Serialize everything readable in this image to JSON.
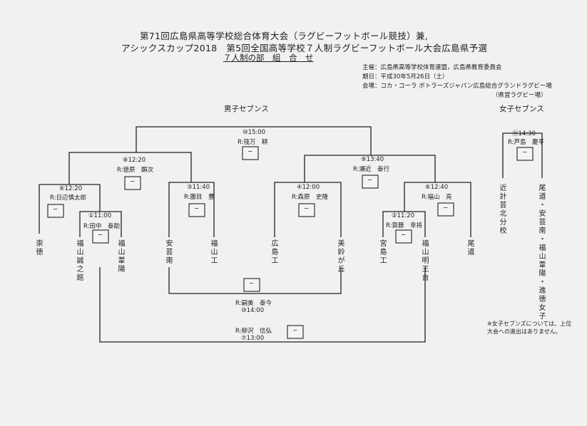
{
  "header": {
    "line1": "第71回広島県高等学校総合体育大会（ラグビーフットボール競技）兼,",
    "line2": "アシックスカップ2018　第5回全国高等学校７人制ラグビーフットボール大会広島県予選",
    "line3": "７人制の部　組　合　せ"
  },
  "info": {
    "organizer": "主催：広島県高等学校体育連盟，広島県教育委員会",
    "date": "期日：平成30年5月26日（土）",
    "venue": "会場：コカ・コーラ ボトラーズジャパン広島総合グランドラグビー場",
    "venue_note": "（県営ラグビー場）"
  },
  "sections": {
    "boys": "男子セブンス",
    "girls": "女子セブンス"
  },
  "matches": {
    "b_final_time": "⑩15:00",
    "b_final_ref": "R:筏万　耕",
    "b_sf1_time": "⑧12:20",
    "b_sf1_ref": "R:徳原　顕次",
    "b_sf2_time": "⑨13:40",
    "b_sf2_ref": "R:瀬近　泰行",
    "b_qf1_time": "⑥12:20",
    "b_qf1_ref": "R:日辺慎太郎",
    "b_r1a_time": "①11:00",
    "b_r1a_ref": "R:田中　泰助",
    "b_qf2_time": "③11:40",
    "b_qf2_ref": "R:藤目　豊",
    "b_qf3_time": "④12:00",
    "b_qf3_ref": "R:森原　史隆",
    "b_qf4_time": "⑥12:40",
    "b_qf4_ref": "R:福山　亮",
    "b_r1b_time": "②11:20",
    "b_r1b_ref": "R:齋藤　幸将",
    "b_3rd_ref": "R:嗣美　泰今",
    "b_3rd_time": "⑩14:00",
    "b_cons_ref": "R:柳沢　信弘",
    "b_cons_time": "⑦13:00",
    "g_final_time": "⑪14:30",
    "g_final_ref": "R:芦島　慶平",
    "score": "−"
  },
  "teams": {
    "t1": "崇徳",
    "t2": "福山誠之館",
    "t3": "福山葦陽",
    "t4": "安芸南",
    "t5": "福山工",
    "t6": "広島工",
    "t7": "美鈴が丘",
    "t8": "宮島工",
    "t9": "福山明王台",
    "t10": "尾道",
    "g1": "近計芸北分校",
    "g2": "尾道・安芸南・福山葦陽・進徳女子"
  },
  "note": "※女子セブンズについては、上位大会への進出はありません。"
}
